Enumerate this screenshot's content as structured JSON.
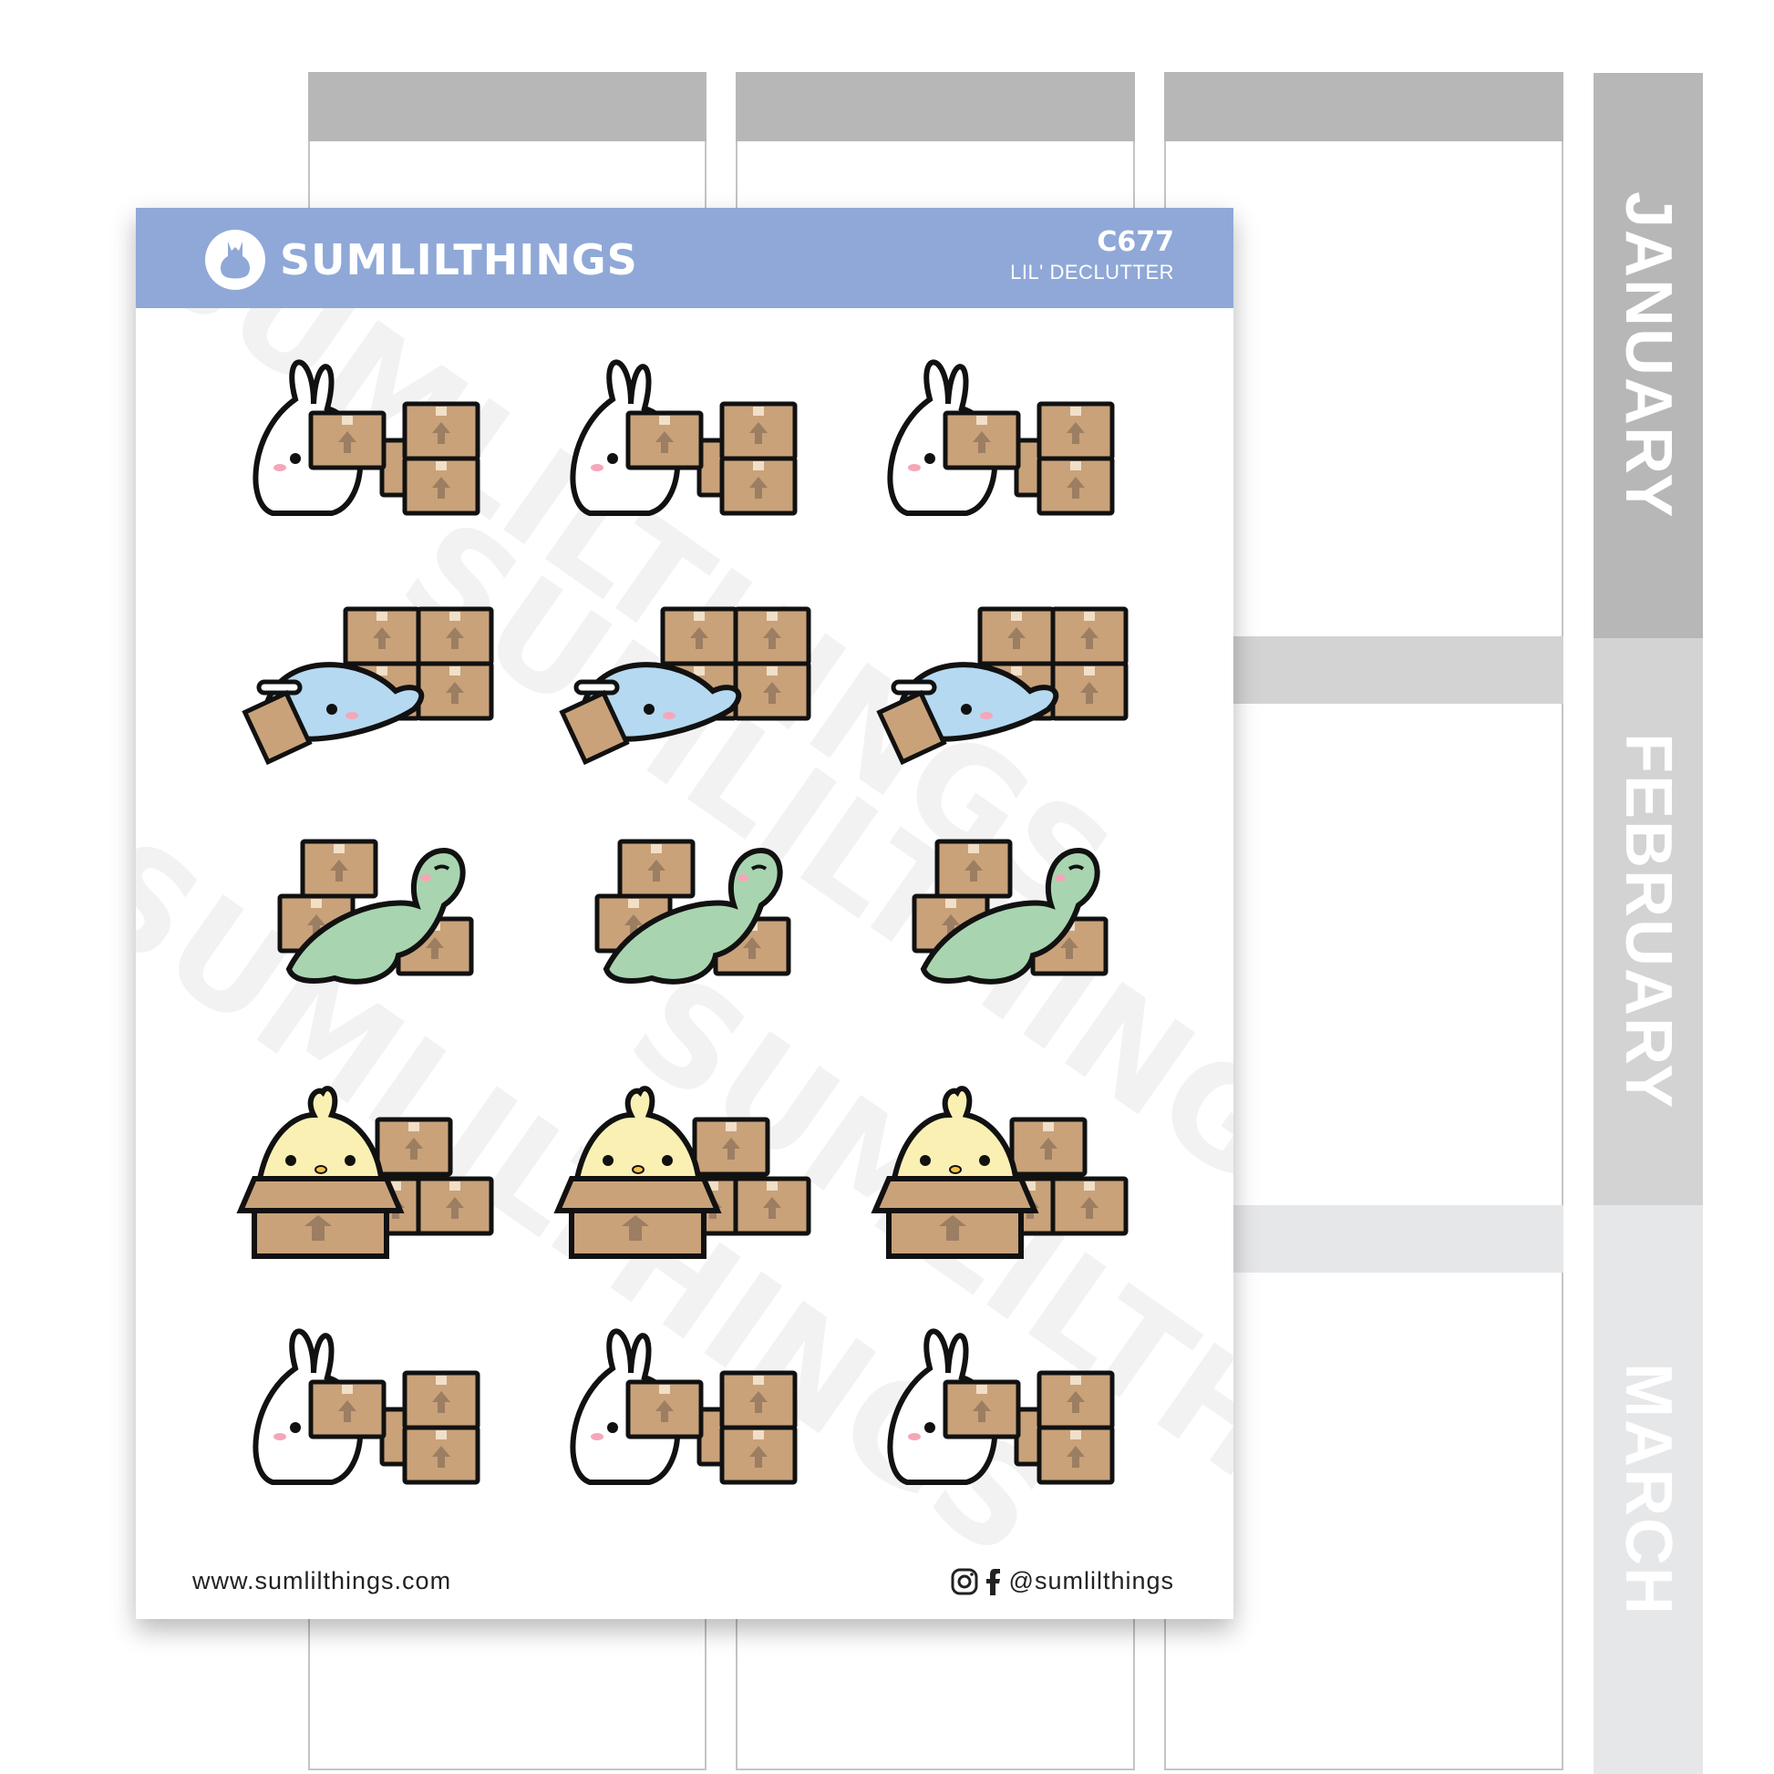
{
  "planner": {
    "columns": [
      {
        "band_color": "#b7b7b8"
      },
      {
        "band_color": "#b7b7b8"
      },
      {
        "band_color": "#b7b7b8"
      }
    ],
    "month_bands": [
      {
        "color": "#d3d3d3"
      },
      {
        "color": "#e6e7e9"
      }
    ],
    "tabs": [
      {
        "label": "JANUARY",
        "color": "#b7b7b8"
      },
      {
        "label": "FEBRUARY",
        "color": "#d3d3d3"
      },
      {
        "label": "MARCH",
        "color": "#e6e7e9"
      }
    ]
  },
  "sheet": {
    "header": {
      "brand": "SUMLILTHINGS",
      "code": "C677",
      "title": "LIL' DECLUTTER",
      "color": "#8fa8d7"
    },
    "watermark": "SUMLILTHINGS",
    "stickers": [
      {
        "character": "bunny",
        "description": "white bunny carrying a box beside stacked boxes",
        "count": 3
      },
      {
        "character": "narwhal",
        "description": "blue narwhal with clipboard and pencil in front of four stacked boxes",
        "count": 3
      },
      {
        "character": "dinosaur",
        "description": "green dinosaur leaning over boxes",
        "count": 3
      },
      {
        "character": "chick",
        "description": "yellow chick peeking out of an open box beside stacked boxes",
        "count": 3
      },
      {
        "character": "bunny",
        "description": "white bunny carrying a box beside stacked boxes",
        "count": 3
      }
    ],
    "colors": {
      "box": "#c9a27a",
      "box_arrow": "#9c7e62",
      "box_tape": "#f1dfc8",
      "narwhal": "#b5d9f0",
      "dino": "#a8d5b0",
      "chick": "#faf0b4",
      "blush": "#f4a7b9",
      "outline": "#111111"
    },
    "footer": {
      "website": "www.sumlilthings.com",
      "social_handle": "@sumlilthings",
      "icons": [
        "instagram-icon",
        "facebook-icon"
      ]
    }
  }
}
